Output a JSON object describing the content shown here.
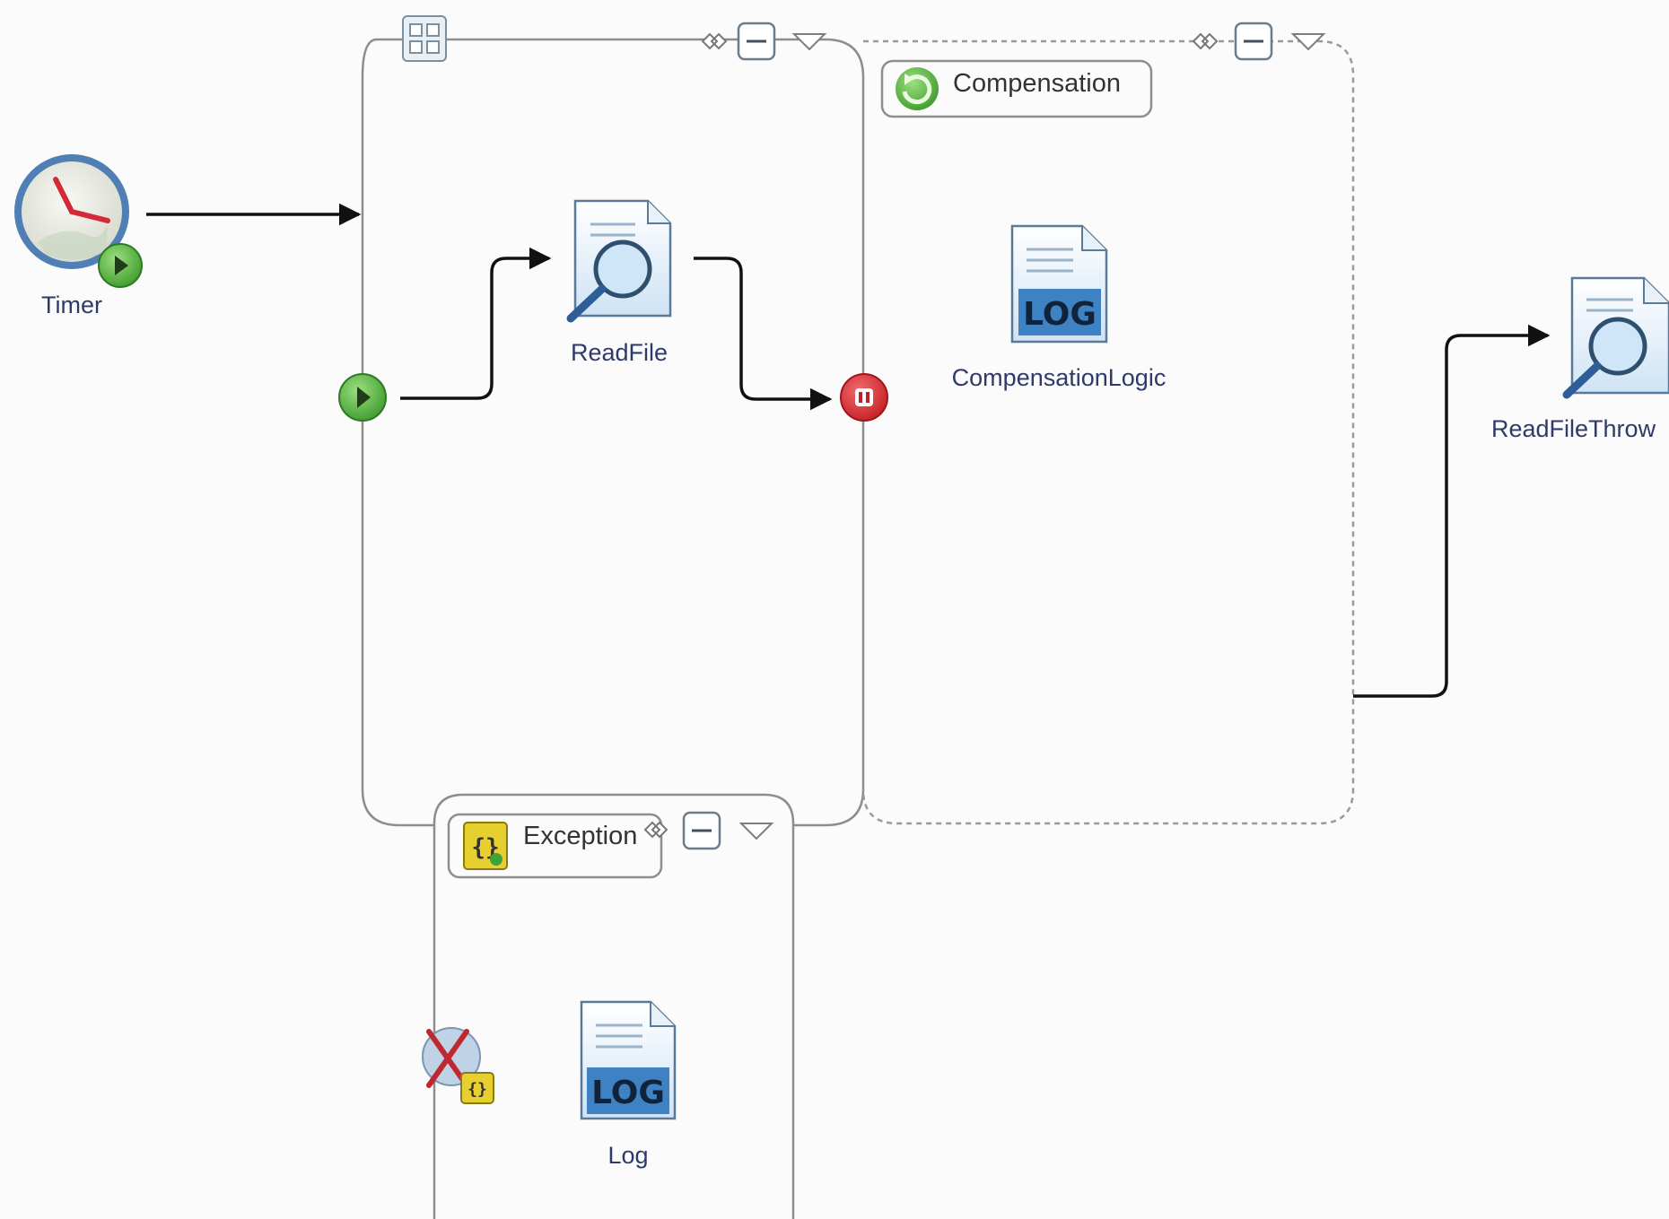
{
  "canvas": {
    "background": "#fbfbfb",
    "connector_color": "#111111",
    "container_border": "#8d8d8d"
  },
  "nodes": {
    "timer": {
      "label": "Timer",
      "icon": "clock-start-icon"
    },
    "read_file": {
      "label": "ReadFile",
      "icon": "file-magnifier-icon"
    },
    "compensation_logic": {
      "label": "CompensationLogic",
      "icon": "log-file-icon",
      "icon_text": "LOG"
    },
    "read_file_throw": {
      "label": "ReadFileThrow",
      "icon": "file-magnifier-icon"
    },
    "log": {
      "label": "Log",
      "icon": "log-file-icon",
      "icon_text": "LOG"
    }
  },
  "scope": {
    "icon": "scope-grid-icon",
    "start_event_icon": "start-event-icon",
    "boundary_event_icon": "compensation-boundary-event-icon"
  },
  "compensation_handler": {
    "title": "Compensation",
    "icon": "compensation-icon"
  },
  "exception_handler": {
    "title": "Exception",
    "icon": "exception-icon",
    "catch_icon": "exception-catch-icon"
  }
}
